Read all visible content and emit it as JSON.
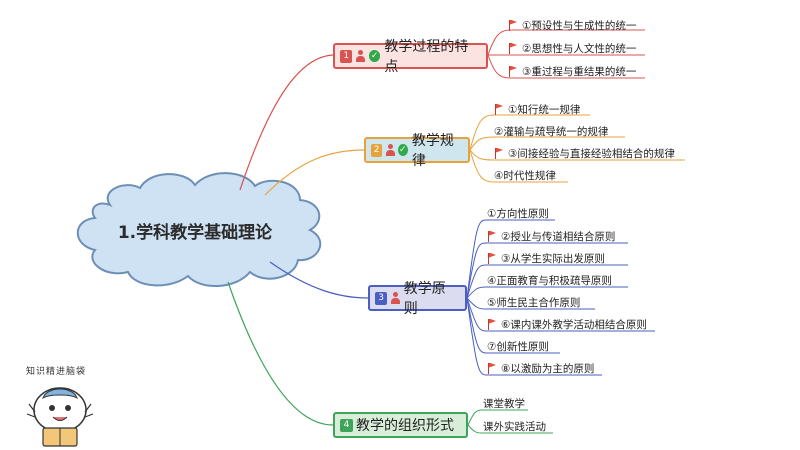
{
  "root": {
    "title": "1.学科教学基础理论"
  },
  "colors": {
    "branch1": "#d9534f",
    "branch2": "#e8a23c",
    "branch3": "#4a5fc1",
    "branch4": "#3fa45a"
  },
  "branches": [
    {
      "index": "1",
      "label": "教学过程的特点",
      "icons": [
        "person",
        "check"
      ],
      "items": [
        {
          "text": "①预设性与生成性的统一",
          "flag": true
        },
        {
          "text": "②思想性与人文性的统一",
          "flag": true
        },
        {
          "text": "③重过程与重结果的统一",
          "flag": true
        }
      ]
    },
    {
      "index": "2",
      "label": "教学规律",
      "icons": [
        "person",
        "check"
      ],
      "items": [
        {
          "text": "①知行统一规律",
          "flag": true
        },
        {
          "text": "②灌输与疏导统一的规律",
          "flag": false
        },
        {
          "text": "③间接经验与直接经验相结合的规律",
          "flag": true
        },
        {
          "text": "④时代性规律",
          "flag": false
        }
      ]
    },
    {
      "index": "3",
      "label": "教学原则",
      "icons": [
        "person"
      ],
      "items": [
        {
          "text": "①方向性原则",
          "flag": false
        },
        {
          "text": "②授业与传道相结合原则",
          "flag": true
        },
        {
          "text": "③从学生实际出发原则",
          "flag": true
        },
        {
          "text": "④正面教育与积极疏导原则",
          "flag": false
        },
        {
          "text": "⑤师生民主合作原则",
          "flag": false
        },
        {
          "text": "⑥课内课外教学活动相结合原则",
          "flag": true
        },
        {
          "text": "⑦创新性原则",
          "flag": false
        },
        {
          "text": "⑧以激励为主的原则",
          "flag": true
        }
      ]
    },
    {
      "index": "4",
      "label": "教学的组织形式",
      "icons": [],
      "items": [
        {
          "text": "课堂教学",
          "flag": false
        },
        {
          "text": "课外实践活动",
          "flag": false
        }
      ]
    }
  ],
  "mascot": {
    "caption": "知识精进脑袋"
  }
}
